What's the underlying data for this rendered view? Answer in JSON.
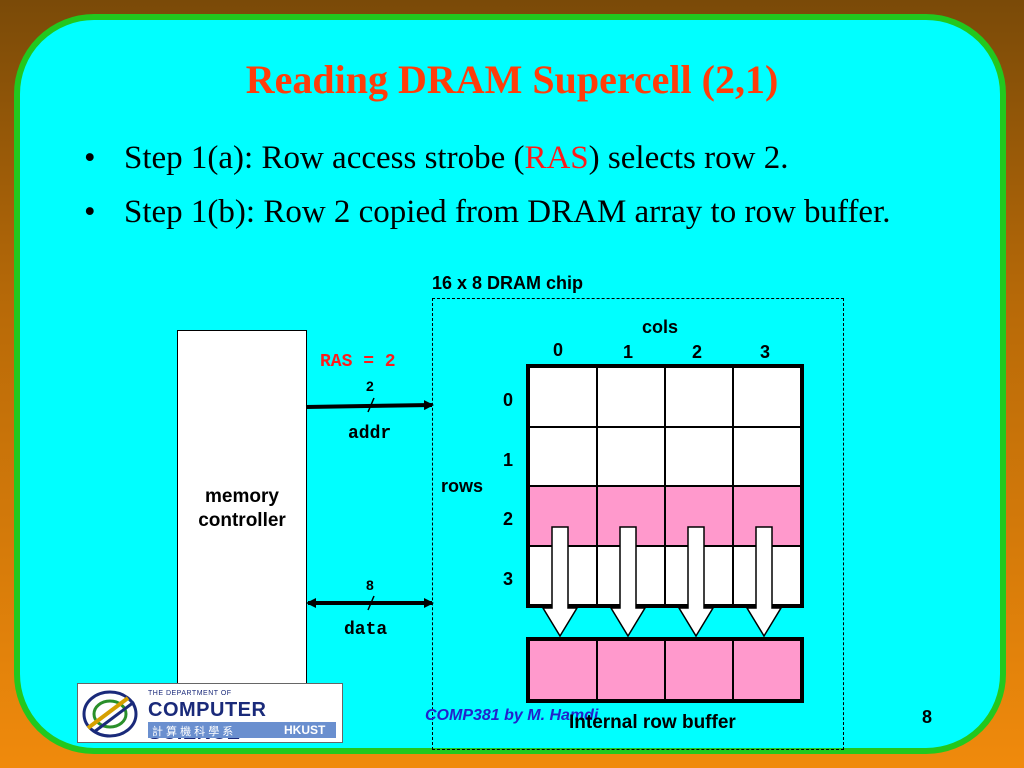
{
  "title": "Reading DRAM Supercell (2,1)",
  "bullets": [
    {
      "marker": "•",
      "before": "Step 1(a): Row access strobe (",
      "highlight": "RAS",
      "after": ") selects row 2."
    },
    {
      "marker": "•",
      "text": "Step 1(b): Row 2 copied from DRAM array to row buffer."
    }
  ],
  "diagram": {
    "chip_label": "16 x 8 DRAM chip",
    "memory_controller": {
      "line1": "memory",
      "line2": "controller"
    },
    "ras_label": "RAS = 2",
    "addr": {
      "width": "2",
      "label": "addr"
    },
    "data": {
      "width": "8",
      "label": "data"
    },
    "cols_label": "cols",
    "rows_label": "rows",
    "col_indices": [
      "0",
      "1",
      "2",
      "3"
    ],
    "row_indices": [
      "0",
      "1",
      "2",
      "3"
    ],
    "highlighted_row": 2,
    "buffer_label": "Internal row buffer",
    "highlight_color": "#ff99cc"
  },
  "footer": {
    "course": "COMP381 by M. Hamdi",
    "page": "8"
  },
  "logo": {
    "top_line": "THE DEPARTMENT OF",
    "main": "COMPUTER SCIENCE",
    "chinese": "計 算 機 科 學 系",
    "school": "HKUST"
  }
}
